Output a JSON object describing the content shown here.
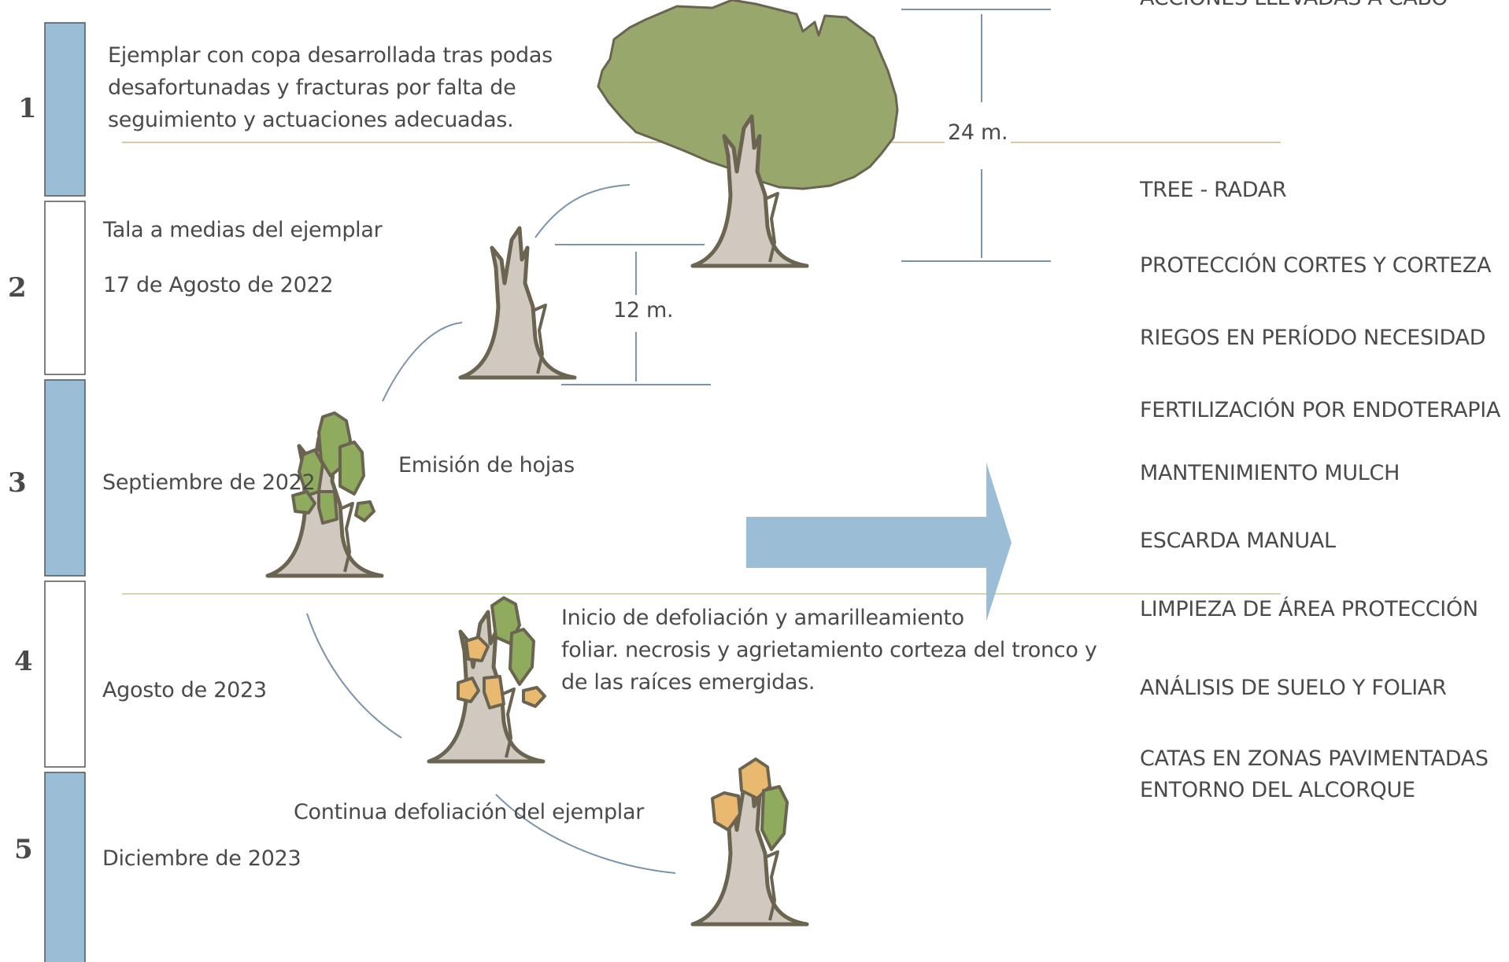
{
  "phases": [
    {
      "number": "1",
      "lines": [
        "Ejemplar con copa desarrollada tras podas",
        "desafortunadas y fracturas por falta de",
        "seguimiento y actuaciones adecuadas."
      ],
      "filled": true
    },
    {
      "number": "2",
      "title": "Tala a medias del ejemplar",
      "date": "17 de Agosto de 2022",
      "filled": false
    },
    {
      "number": "3",
      "date": "Septiembre de 2022",
      "note": "Emisión de hojas",
      "filled": true
    },
    {
      "number": "4",
      "date": "Agosto de 2023",
      "lines": [
        "Inicio de defoliación y amarilleamiento",
        "foliar. necrosis y agrietamiento corteza del tronco y",
        "de las raíces emergidas."
      ],
      "filled": false
    },
    {
      "number": "5",
      "date": "Diciembre de 2023",
      "note": "Continua defoliación del ejemplar",
      "filled": true
    }
  ],
  "measures": {
    "full_height": "24 m.",
    "cut_height": "12 m."
  },
  "actions": {
    "header": "ACCIONES LLEVADAS A CABO",
    "items": [
      "TREE - RADAR",
      "PROTECCIÓN CORTES Y CORTEZA",
      "RIEGOS EN PERÍODO NECESIDAD",
      "FERTILIZACIÓN POR ENDOTERAPIA",
      "MANTENIMIENTO MULCH",
      "ESCARDA MANUAL",
      "LIMPIEZA DE ÁREA PROTECCIÓN",
      "ANÁLISIS DE SUELO Y FOLIAR",
      "CATAS EN ZONAS PAVIMENTADAS",
      "ENTORNO DEL ALCORQUE"
    ]
  },
  "colors": {
    "bar_blue": "#9bbdd6",
    "crown_green": "#98a86c",
    "leaf_green": "#8fab5e",
    "leaf_yellow": "#e8b96e",
    "trunk": "#cfc9bf",
    "outline": "#6b6450",
    "line_blue": "#7b93ab"
  }
}
